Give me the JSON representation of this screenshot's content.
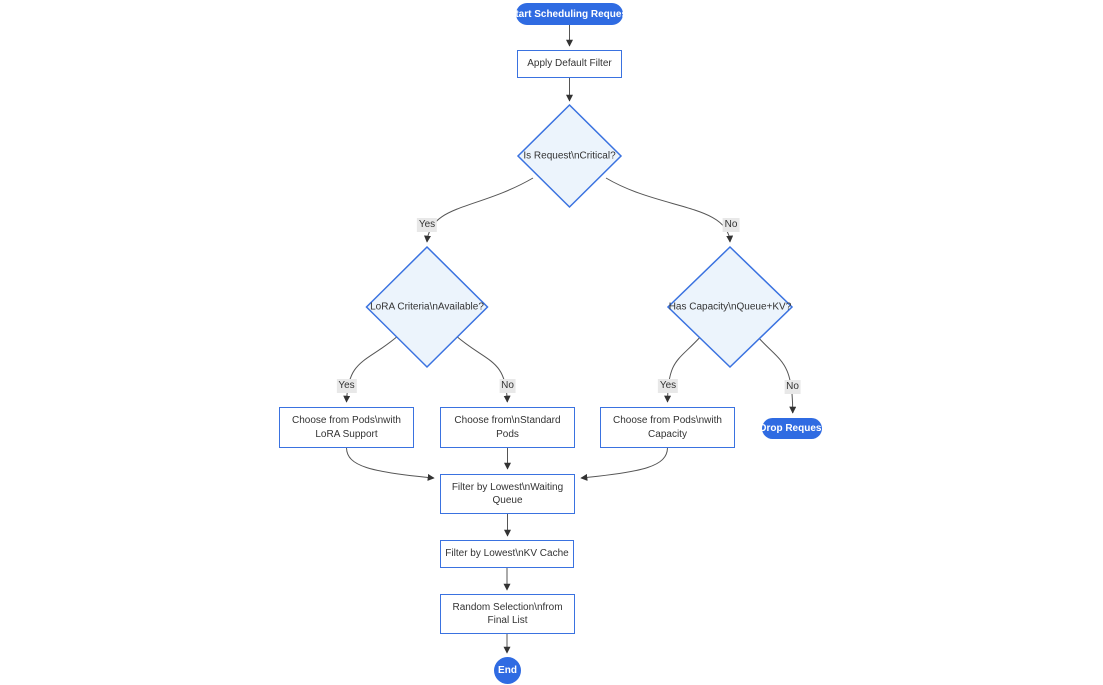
{
  "diagram": {
    "colors": {
      "accent": "#2f6be2",
      "node_fill": "#ffffff",
      "node_border": "#3a72e0",
      "decision_fill": "#ecf4fc",
      "edge_color": "#555555",
      "arrow_color": "#333333",
      "edge_label_bg": "#e8e8e8",
      "text_color": "#333333",
      "canvas_bg": "#ffffff"
    },
    "nodes": {
      "start": {
        "label": "Start Scheduling Request"
      },
      "apply_filter": {
        "lines": [
          "Apply Default Filter"
        ]
      },
      "critical": {
        "label": "Is Request\\nCritical?"
      },
      "lora": {
        "label": "LoRA Criteria\\nAvailable?"
      },
      "capacity": {
        "label": "Has Capacity\\nQueue+KV?"
      },
      "choose_lora": {
        "lines": [
          "Choose from Pods\\nwith",
          "LoRA Support"
        ]
      },
      "choose_standard": {
        "lines": [
          "Choose from\\nStandard",
          "Pods"
        ]
      },
      "choose_capacity": {
        "lines": [
          "Choose from Pods\\nwith",
          "Capacity"
        ]
      },
      "drop": {
        "label": "Drop Request"
      },
      "filter_waiting": {
        "lines": [
          "Filter by Lowest\\nWaiting",
          "Queue"
        ]
      },
      "filter_kv": {
        "lines": [
          "Filter by Lowest\\nKV Cache"
        ]
      },
      "random": {
        "lines": [
          "Random Selection\\nfrom",
          "Final List"
        ]
      },
      "end": {
        "label": "End"
      }
    },
    "edge_labels": {
      "critical_yes": "Yes",
      "critical_no": "No",
      "lora_yes": "Yes",
      "lora_no": "No",
      "capacity_yes": "Yes",
      "capacity_no": "No"
    }
  }
}
